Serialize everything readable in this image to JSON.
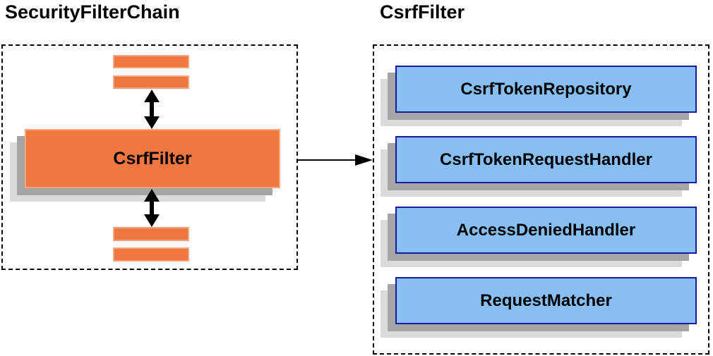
{
  "diagram": {
    "left_panel": {
      "title": "SecurityFilterChain",
      "filter_box_label": "CsrfFilter"
    },
    "right_panel": {
      "title": "CsrfFilter",
      "components": [
        {
          "label": "CsrfTokenRepository"
        },
        {
          "label": "CsrfTokenRequestHandler"
        },
        {
          "label": "AccessDeniedHandler"
        },
        {
          "label": "RequestMatcher"
        }
      ]
    },
    "icons": {
      "vertical_connector": "double-arrow-icon",
      "flow_connector": "arrow-right-icon"
    },
    "colors": {
      "orange_fill": "#F0773F",
      "orange_border": "#F8A57E",
      "blue_fill": "#88BFF2",
      "blue_border": "#1A1AA0",
      "shadow_dark": "#A5A5A5",
      "shadow_light": "#DBDBDB",
      "arrow": "#000000"
    }
  }
}
